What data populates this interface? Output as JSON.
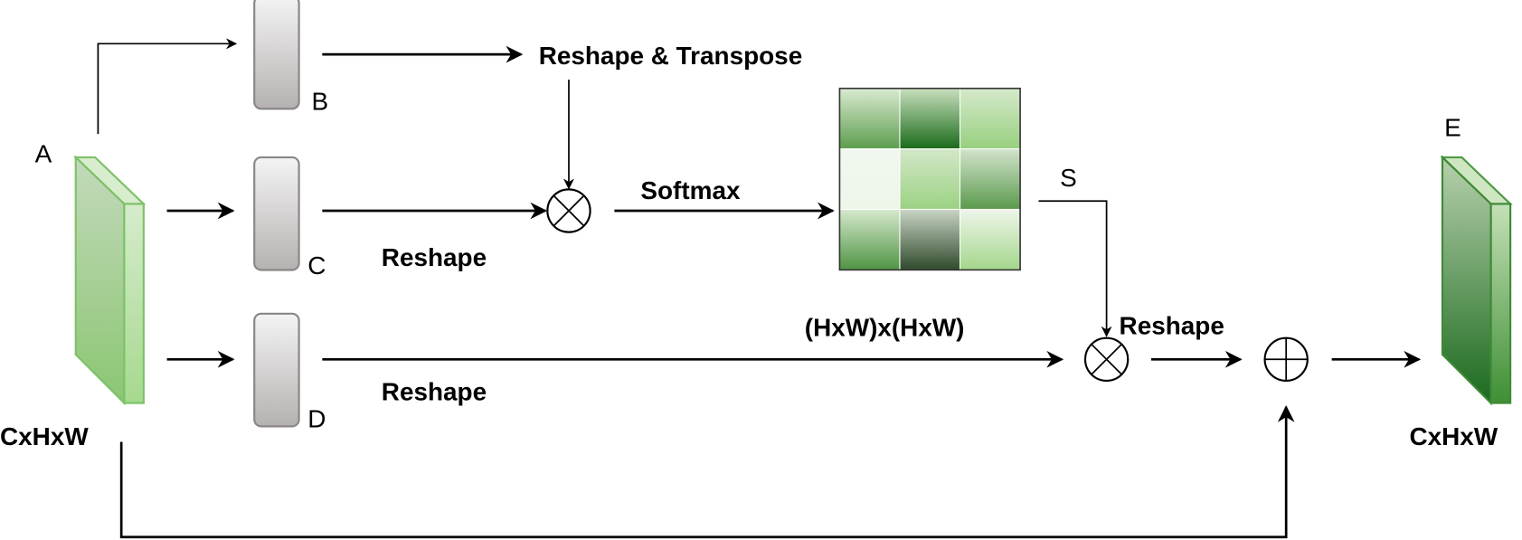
{
  "labels": {
    "a": "A",
    "b": "B",
    "c": "C",
    "d": "D",
    "e": "E",
    "s": "S",
    "input_dims": "CxHxW",
    "output_dims": "CxHxW",
    "reshape_transpose": "Reshape & Transpose",
    "reshape_c": "Reshape",
    "reshape_d": "Reshape",
    "reshape_out": "Reshape",
    "softmax": "Softmax",
    "matrix_dims": "(HxW)x(HxW)"
  },
  "colors": {
    "feature_green_light": "#cfe6c2",
    "feature_green": "#8fc879",
    "feature_green_dark": "#1e6e1e",
    "bar_top": "#f2f2f2",
    "bar_bottom": "#b8b4b4"
  },
  "attention_matrix": [
    [
      {
        "top": "#d9ead0",
        "bottom": "#5c9e4e"
      },
      {
        "top": "#c8dfbd",
        "bottom": "#1a6b1a"
      },
      {
        "top": "#d5e9cb",
        "bottom": "#97d07f"
      }
    ],
    [
      {
        "top": "#f1f7ee",
        "bottom": "#eef6ea"
      },
      {
        "top": "#d3e7c8",
        "bottom": "#9bd283"
      },
      {
        "top": "#d3e3cc",
        "bottom": "#5a9a4c"
      }
    ],
    [
      {
        "top": "#d6e8cd",
        "bottom": "#4f9443"
      },
      {
        "top": "#c8d4c4",
        "bottom": "#2f4a2c"
      },
      {
        "top": "#eef6ea",
        "bottom": "#a3d68b"
      }
    ]
  ]
}
